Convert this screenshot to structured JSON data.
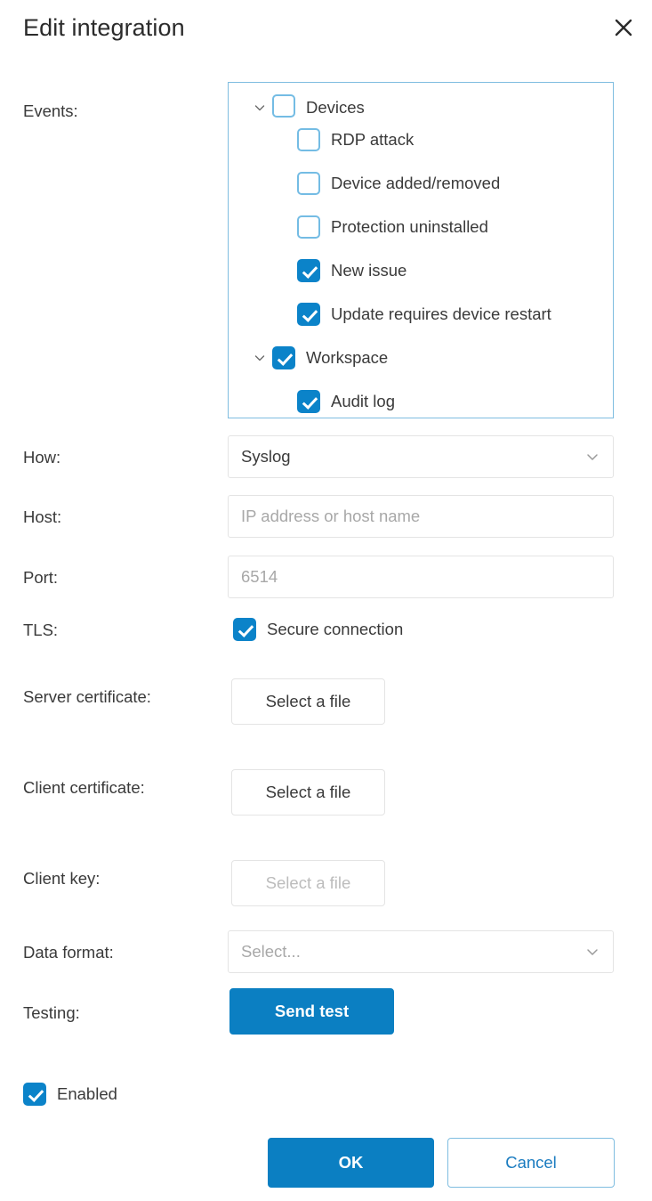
{
  "dialog": {
    "title": "Edit integration",
    "close_icon": "close-icon"
  },
  "events": {
    "label": "Events:",
    "tree": [
      {
        "label": "Devices",
        "level": "parent",
        "checked": false,
        "expanded": true,
        "clipped": true
      },
      {
        "label": "RDP attack",
        "level": "child",
        "checked": false
      },
      {
        "label": "Device added/removed",
        "level": "child",
        "checked": false
      },
      {
        "label": "Protection uninstalled",
        "level": "child",
        "checked": false
      },
      {
        "label": "New issue",
        "level": "child",
        "checked": true
      },
      {
        "label": "Update requires device restart",
        "level": "child",
        "checked": true
      },
      {
        "label": "Workspace",
        "level": "parent",
        "checked": true,
        "expanded": true
      },
      {
        "label": "Audit log",
        "level": "child",
        "checked": true
      }
    ]
  },
  "how": {
    "label": "How:",
    "value": "Syslog",
    "caret_icon": "chevron-down-icon"
  },
  "host": {
    "label": "Host:",
    "value": "",
    "placeholder": "IP address or host name"
  },
  "port": {
    "label": "Port:",
    "value": "",
    "placeholder": "6514"
  },
  "tls": {
    "label": "TLS:",
    "checkbox_label": "Secure connection",
    "checked": true
  },
  "server_certificate": {
    "label": "Server certificate:",
    "button_label": "Select a file",
    "disabled": false
  },
  "client_certificate": {
    "label": "Client certificate:",
    "button_label": "Select a file",
    "disabled": false
  },
  "client_key": {
    "label": "Client key:",
    "button_label": "Select a file",
    "disabled": true
  },
  "data_format": {
    "label": "Data format:",
    "placeholder": "Select...",
    "caret_icon": "chevron-down-icon"
  },
  "testing": {
    "label": "Testing:",
    "button_label": "Send test"
  },
  "enabled": {
    "label": "Enabled",
    "checked": true
  },
  "footer": {
    "ok_label": "OK",
    "cancel_label": "Cancel"
  },
  "colors": {
    "accent": "#0b7fc2",
    "checkbox_checked": "#0b83c9",
    "checkbox_border": "#74bce4",
    "box_border": "#7fbde0",
    "field_border": "#e4e4e4",
    "text": "#3a3a3a",
    "placeholder": "#a8a8a8",
    "link": "#1b7cc0"
  }
}
